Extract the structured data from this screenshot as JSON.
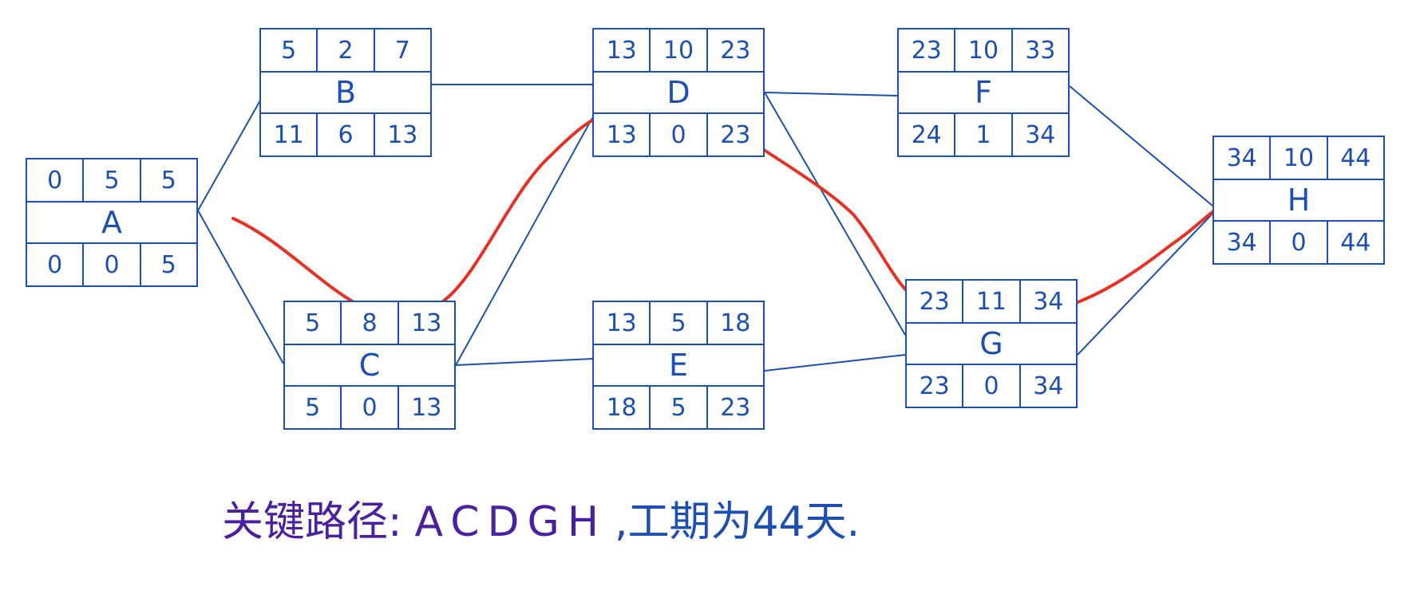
{
  "colors": {
    "node": "#1d4fb3",
    "critical_path": "#e53224",
    "note_label": "#4a1fa0",
    "note_duration": "#1d4fb3"
  },
  "nodes": {
    "A": {
      "name": "A",
      "top": [
        "0",
        "5",
        "5"
      ],
      "bottom": [
        "0",
        "0",
        "5"
      ]
    },
    "B": {
      "name": "B",
      "top": [
        "5",
        "2",
        "7"
      ],
      "bottom": [
        "11",
        "6",
        "13"
      ]
    },
    "C": {
      "name": "C",
      "top": [
        "5",
        "8",
        "13"
      ],
      "bottom": [
        "5",
        "0",
        "13"
      ]
    },
    "D": {
      "name": "D",
      "top": [
        "13",
        "10",
        "23"
      ],
      "bottom": [
        "13",
        "0",
        "23"
      ]
    },
    "E": {
      "name": "E",
      "top": [
        "13",
        "5",
        "18"
      ],
      "bottom": [
        "18",
        "5",
        "23"
      ]
    },
    "F": {
      "name": "F",
      "top": [
        "23",
        "10",
        "33"
      ],
      "bottom": [
        "24",
        "1",
        "34"
      ]
    },
    "G": {
      "name": "G",
      "top": [
        "23",
        "11",
        "34"
      ],
      "bottom": [
        "23",
        "0",
        "34"
      ]
    },
    "H": {
      "name": "H",
      "top": [
        "34",
        "10",
        "44"
      ],
      "bottom": [
        "34",
        "0",
        "44"
      ]
    }
  },
  "note": {
    "label": "关键路径:",
    "path": "ACDGH",
    "duration": ",工期为44天."
  }
}
